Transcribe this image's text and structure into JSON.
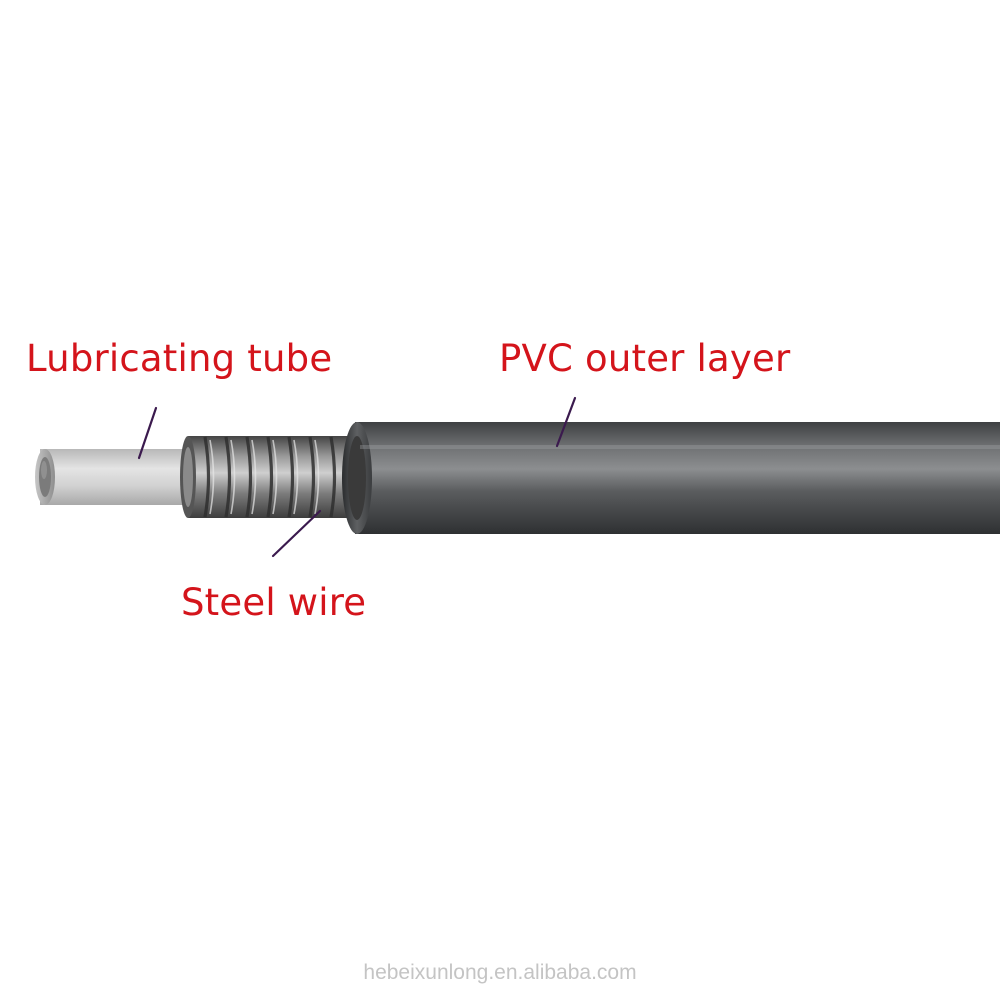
{
  "labels": {
    "lubricating_tube": "Lubricating tube",
    "pvc_outer_layer": "PVC outer layer",
    "steel_wire": "Steel wire"
  },
  "watermark": "hebeixunlong.en.alibaba.com",
  "colors": {
    "label_text": "#d4141b",
    "leader_line": "#3b1a4e",
    "pvc_layer": "#555759",
    "steel_wire": "#7d7d7d",
    "lubricating_tube": "#d4d4d4",
    "watermark": "#c4c4c4"
  }
}
